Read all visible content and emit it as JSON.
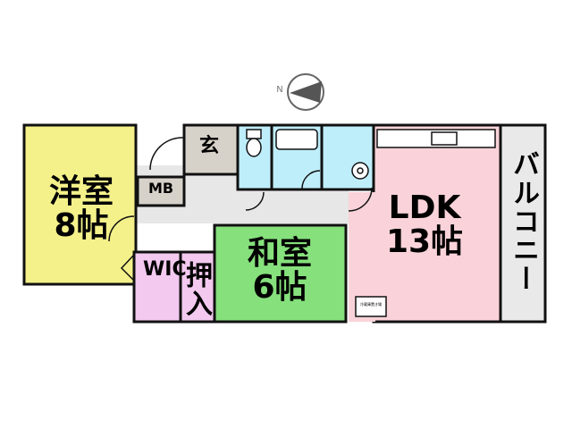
{
  "compass": {
    "north_label": "N"
  },
  "colors": {
    "western": "#f4f18a",
    "japanese": "#86e07c",
    "ldk": "#f9d3d9",
    "wic": "#f3c9ef",
    "oshiire": "#f3c9ef",
    "entrance": "#d6d2ca",
    "mb": "#d6d2ca",
    "wet": "#bfeefb",
    "balcony": "#e9e9e9",
    "hall": "#e7e7e7",
    "line": "#111111"
  },
  "rooms": {
    "western": {
      "name": "洋室",
      "size": "8帖"
    },
    "japanese": {
      "name": "和室",
      "size": "6帖"
    },
    "ldk": {
      "name": "LDK",
      "size": "13帖"
    },
    "wic": {
      "label": "WIC"
    },
    "oshiire": {
      "label": "押入"
    },
    "entrance": {
      "label": "玄"
    },
    "mb": {
      "label": "MB"
    },
    "balcony": {
      "label": "バルコニー"
    },
    "appliance": {
      "label": "冷蔵庫置き場"
    }
  }
}
